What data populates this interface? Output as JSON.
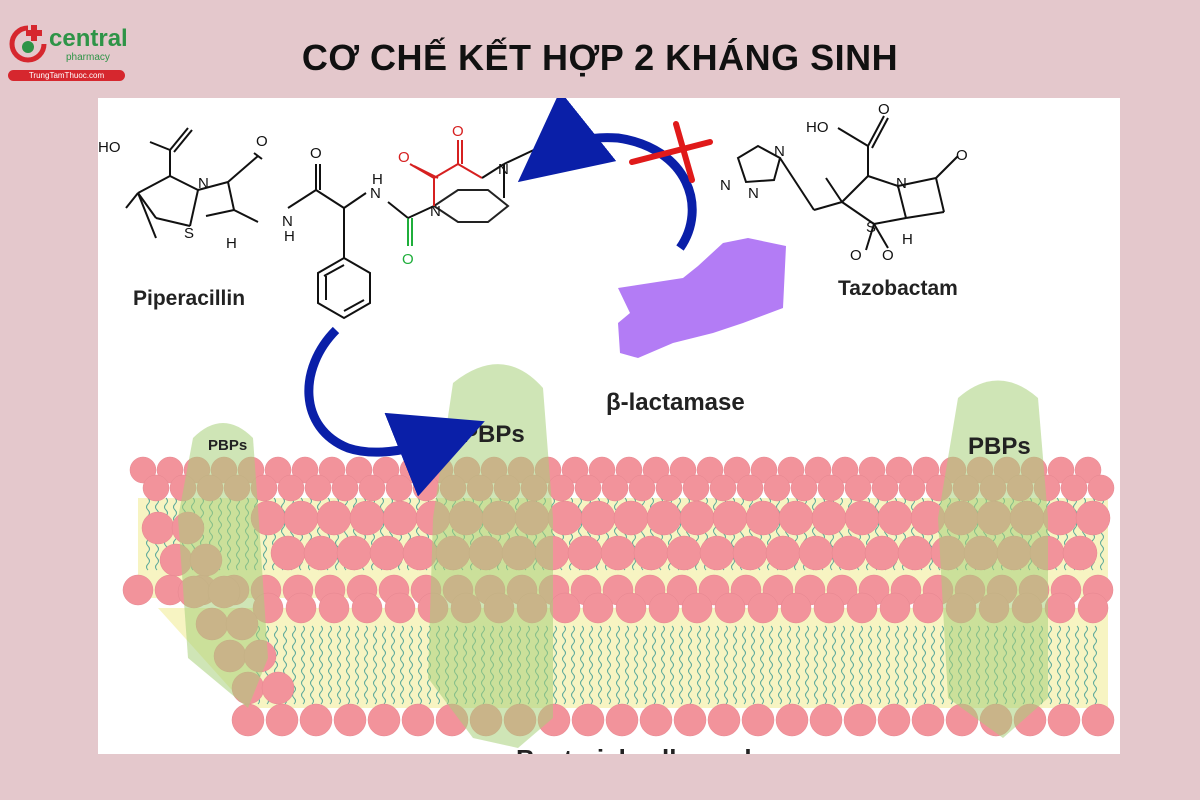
{
  "brand": {
    "name": "central",
    "tagline": "pharmacy",
    "site": "TrungTamThuoc.com",
    "color": "#2e9447",
    "accent": "#d6272e"
  },
  "title": "CƠ CHẾ KẾT HỢP 2 KHÁNG SINH",
  "diagram": {
    "drug_left": "Piperacillin",
    "drug_right": "Tazobactam",
    "enzyme": "β-lactamase",
    "receptor_labels": [
      "PBPs",
      "PBPs",
      "PBPs"
    ],
    "bottom_caption": "Bacterial cell membrane",
    "atoms": {
      "oh": "HO",
      "o": "O",
      "n": "N",
      "s": "S",
      "h": "H",
      "nh": "N",
      "nh_h": "H"
    },
    "colors": {
      "membrane_head": "#f2939b",
      "membrane_core": "#f7f4c2",
      "pbp": "#a8d07a",
      "enzyme": "#b37cf5",
      "arrow": "#0a1fa8",
      "block": "#e01a1a"
    }
  }
}
